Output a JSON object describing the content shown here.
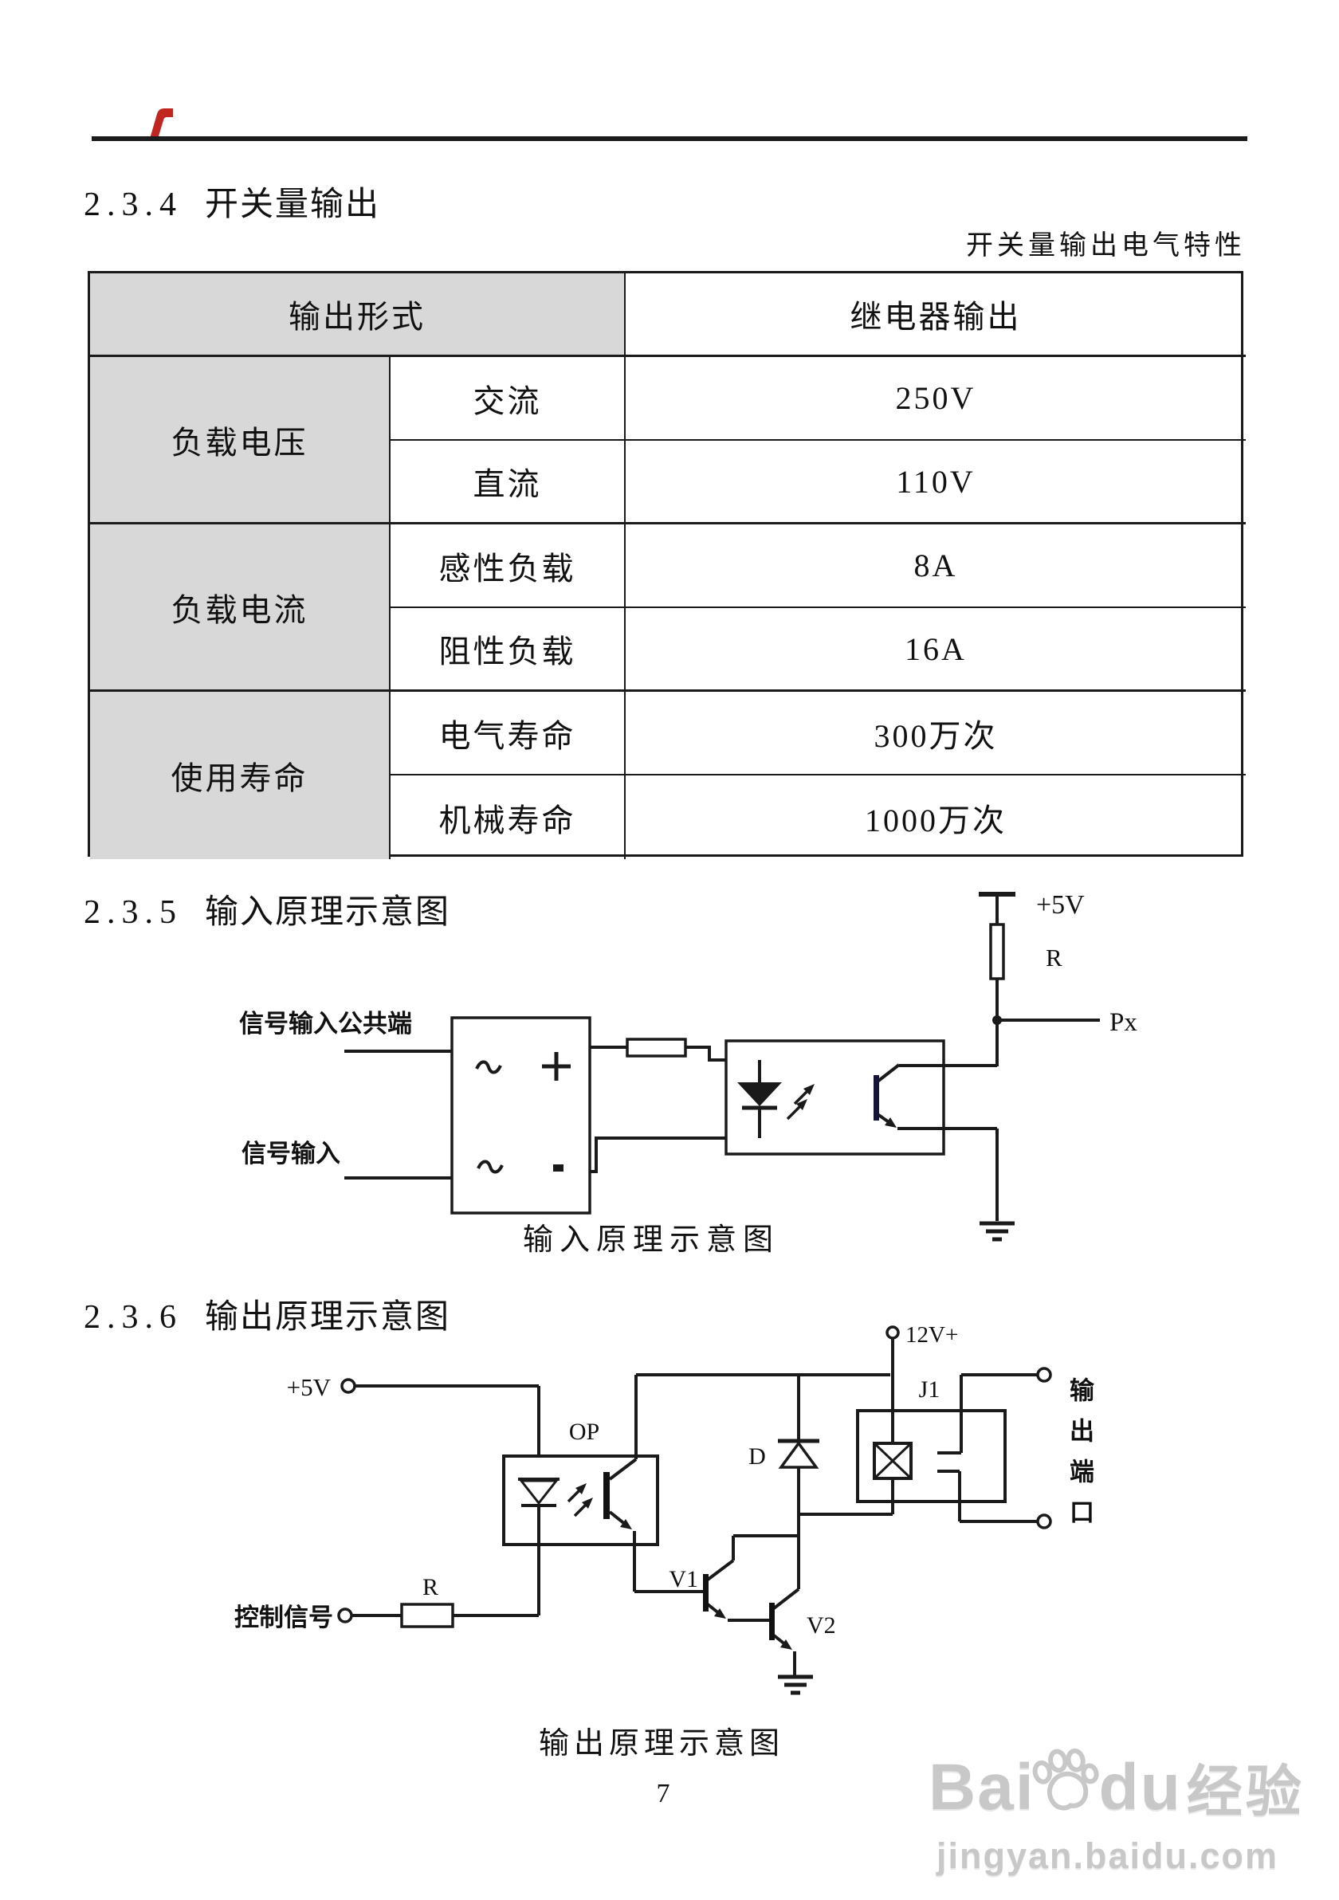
{
  "page": {
    "number": "7"
  },
  "sections": {
    "s234": {
      "num": "2.3.4",
      "title": "开关量输出"
    },
    "s235": {
      "num": "2.3.5",
      "title": "输入原理示意图"
    },
    "s236": {
      "num": "2.3.6",
      "title": "输出原理示意图"
    }
  },
  "table": {
    "caption": "开关量输出电气特性",
    "header": {
      "col_left": "输出形式",
      "col_right": "继电器输出"
    },
    "groups": [
      {
        "label": "负载电压",
        "rows": [
          {
            "sub": "交流",
            "value": "250V"
          },
          {
            "sub": "直流",
            "value": "110V"
          }
        ]
      },
      {
        "label": "负载电流",
        "rows": [
          {
            "sub": "感性负载",
            "value": "8A"
          },
          {
            "sub": "阻性负载",
            "value": "16A"
          }
        ]
      },
      {
        "label": "使用寿命",
        "rows": [
          {
            "sub": "电气寿命",
            "value": "300万次"
          },
          {
            "sub": "机械寿命",
            "value": "1000万次"
          }
        ]
      }
    ]
  },
  "input_diagram": {
    "caption": "输入原理示意图",
    "labels": {
      "vcc": "+5V",
      "resistor": "R",
      "px": "Px",
      "common": "信号输入公共端",
      "signal": "信号输入"
    }
  },
  "output_diagram": {
    "caption": "输出原理示意图",
    "labels": {
      "vcc": "+5V",
      "v12": "12V+",
      "op": "OP",
      "r": "R",
      "control": "控制信号",
      "diode": "D",
      "relay": "J1",
      "v1": "V1",
      "v2": "V2",
      "port": "输出端口"
    }
  },
  "watermark": {
    "bai": "Bai",
    "du": "du",
    "suffix": "经验",
    "url": "jingyan.baidu.com"
  },
  "colors": {
    "accent_red": "#c0251f",
    "table_header_bg": "#d8d8d8",
    "line": "#1a1a1a",
    "watermark": "#c8c8c8"
  }
}
